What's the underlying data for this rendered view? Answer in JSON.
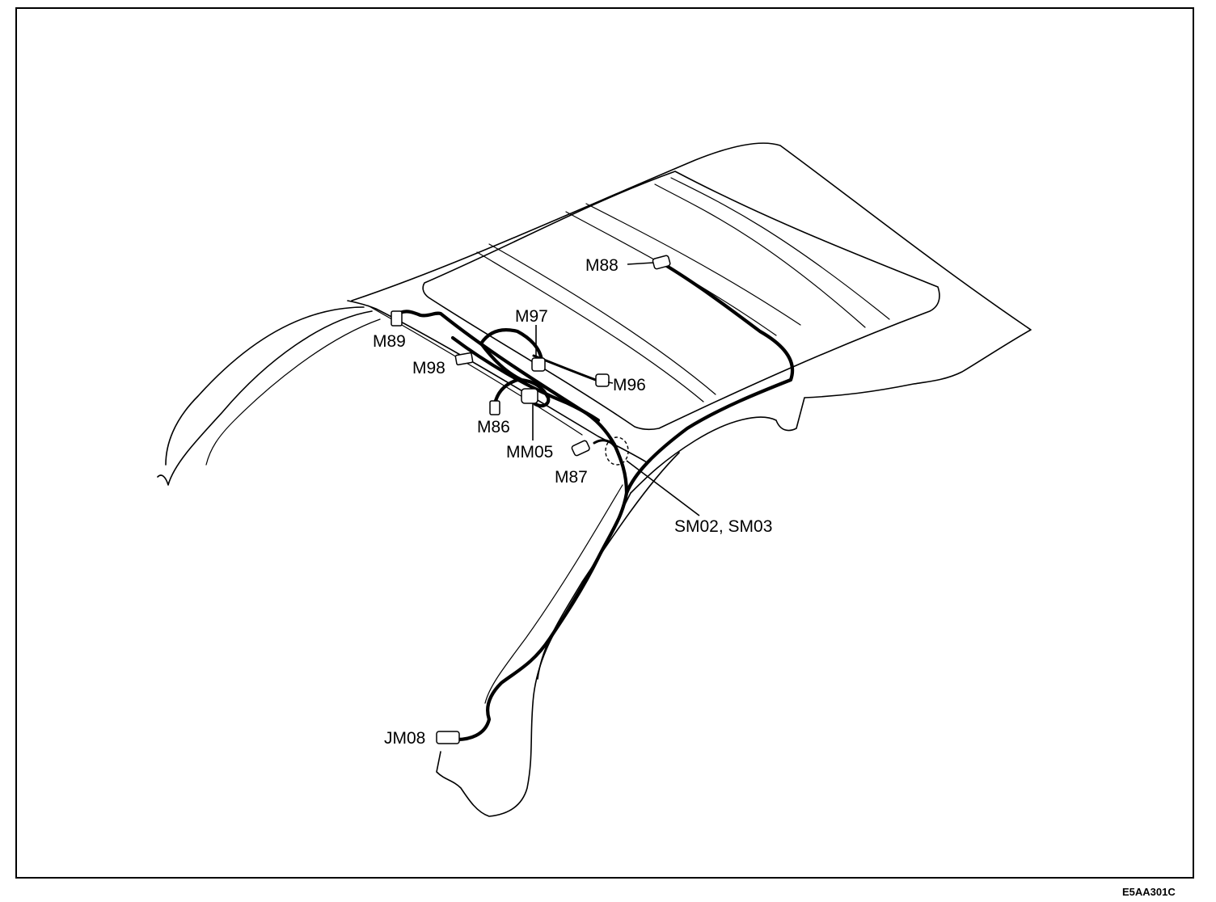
{
  "labels": {
    "m88": "M88",
    "m97": "M97",
    "m89": "M89",
    "m98": "M98",
    "m96": "M96",
    "m86": "M86",
    "mm05": "MM05",
    "m87": "M87",
    "sm": "SM02, SM03",
    "jm08": "JM08"
  },
  "figure_code": "E5AA301C"
}
